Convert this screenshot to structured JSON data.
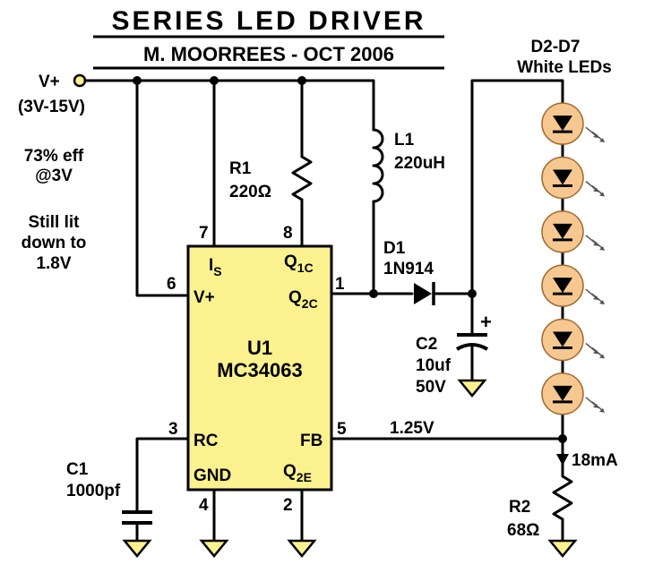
{
  "title": "SERIES  LED  DRIVER",
  "author_line": "M. MOORREES   -   OCT 2006",
  "supply": {
    "label": "V+",
    "range": "(3V-15V)"
  },
  "notes": {
    "eff_1": "73% eff",
    "eff_2": "@3V",
    "lit_1": "Still lit",
    "lit_2": "down to",
    "lit_3": "1.8V"
  },
  "leds": {
    "label_1": "D2-D7",
    "label_2": "White LEDs",
    "count": 6
  },
  "ic": {
    "name": "U1",
    "part": "MC34063",
    "pins": {
      "is": "I",
      "is_sub": "S",
      "q1c": "Q",
      "q1c_sub": "1C",
      "vplus": "V+",
      "q2c": "Q",
      "q2c_sub": "2C",
      "rc": "RC",
      "fb": "FB",
      "gnd": "GND",
      "q2e": "Q",
      "q2e_sub": "2E"
    },
    "pin_numbers": {
      "p7": "7",
      "p8": "8",
      "p6": "6",
      "p1": "1",
      "p3": "3",
      "p5": "5",
      "p4": "4",
      "p2": "2"
    }
  },
  "r1": {
    "name": "R1",
    "value": "220Ω"
  },
  "l1": {
    "name": "L1",
    "value": "220uH"
  },
  "d1": {
    "name": "D1",
    "part": "1N914"
  },
  "c2": {
    "name": "C2",
    "value": "10uf",
    "voltage": "50V",
    "polarity": "+"
  },
  "c1": {
    "name": "C1",
    "value": "1000pf"
  },
  "fb_voltage": "1.25V",
  "current": "18mA",
  "r2": {
    "name": "R2",
    "value": "68Ω"
  }
}
